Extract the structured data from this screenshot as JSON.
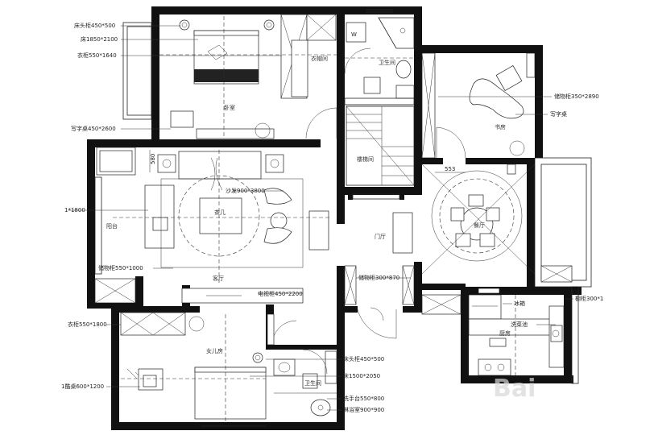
{
  "annotations": {
    "bedside_cabinet_top": "床头柜450*500",
    "bed_top": "床1850*2100",
    "wardrobe_top": "衣柜550*1640",
    "desk_left": "写字桌450*2600",
    "storage_right": "储物柜350*2890",
    "desk_right": "写字桌",
    "sofa": "沙发900*3800",
    "left_1800": "1*1800",
    "storage_left": "储物柜550*1000",
    "tv_cabinet": "电视柜450*2200",
    "storage_mid": "储物柜300*870",
    "fridge": "冰箱",
    "sink": "洗菜池",
    "storage_300": "橱柜300*1",
    "wardrobe_bottom": "衣柜550*1800",
    "bedside_bottom": "床头柜450*500",
    "bed_bottom": "床1500*2050",
    "desk_bottom": "1酷桌600*1200",
    "washbasin": "洗手台550*800",
    "shower": "淋浴室900*900"
  },
  "rooms": {
    "master_bed": "卧室",
    "cloakroom": "衣帽间",
    "bath_top": "卫生间",
    "stair": "楼梯间",
    "study": "书房",
    "living": "客厅",
    "tea": "茶几",
    "balcony_left": "阳台",
    "entry": "门厅",
    "dining_mark": "餐厅",
    "kitchen": "厨房",
    "kid_room": "女儿房",
    "bath_bottom": "卫生间"
  },
  "dims": {
    "d1": "580",
    "d2": "553"
  },
  "icons": {
    "washer": "W"
  },
  "watermark": "Bai"
}
